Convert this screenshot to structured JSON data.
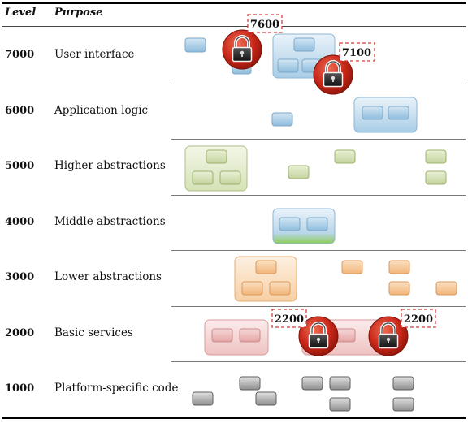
{
  "headers": {
    "level": "Level",
    "purpose": "Purpose"
  },
  "rows": [
    {
      "level": "7000",
      "purpose": "User interface"
    },
    {
      "level": "6000",
      "purpose": "Application logic"
    },
    {
      "level": "5000",
      "purpose": "Higher abstractions"
    },
    {
      "level": "4000",
      "purpose": "Middle abstractions"
    },
    {
      "level": "3000",
      "purpose": "Lower abstractions"
    },
    {
      "level": "2000",
      "purpose": "Basic services"
    },
    {
      "level": "1000",
      "purpose": "Platform-specific code"
    }
  ],
  "tags": {
    "t7600": "7600",
    "t7100": "7100",
    "t2200a": "2200",
    "t2200b": "2200"
  },
  "colors": {
    "blue": "#a9cde6",
    "green": "#d5e2b5",
    "orange": "#f7cfa3",
    "red": "#efc2c2",
    "gray": "#9a9a9a",
    "tag_border": "#d23f3f",
    "lock_red": "#c62618"
  }
}
